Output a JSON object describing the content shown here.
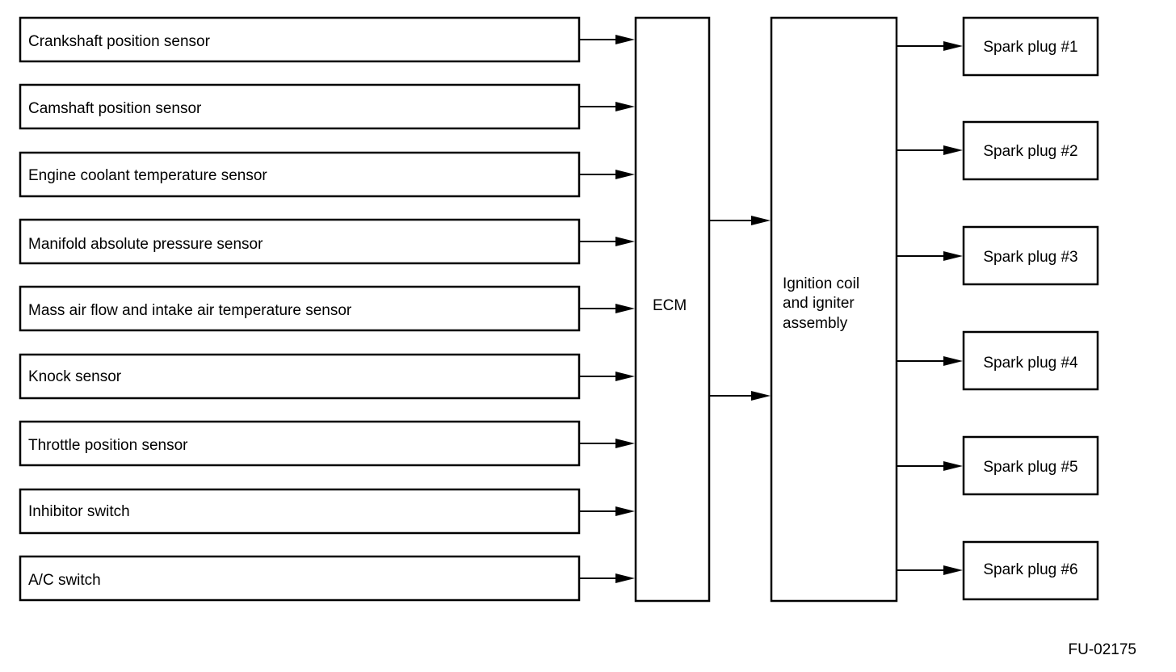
{
  "sensors": [
    "Crankshaft position sensor",
    "Camshaft position sensor",
    "Engine coolant temperature sensor",
    "Manifold absolute pressure sensor",
    "Mass air flow and intake air temperature sensor",
    "Knock sensor",
    "Throttle position sensor",
    "Inhibitor switch",
    "A/C switch"
  ],
  "ecm": {
    "label": "ECM"
  },
  "ignition": {
    "lines": [
      "Ignition coil",
      "and igniter",
      "assembly"
    ]
  },
  "spark_plugs": [
    "Spark plug #1",
    "Spark plug #2",
    "Spark plug #3",
    "Spark plug #4",
    "Spark plug #5",
    "Spark plug #6"
  ],
  "figure_code": "FU-02175"
}
